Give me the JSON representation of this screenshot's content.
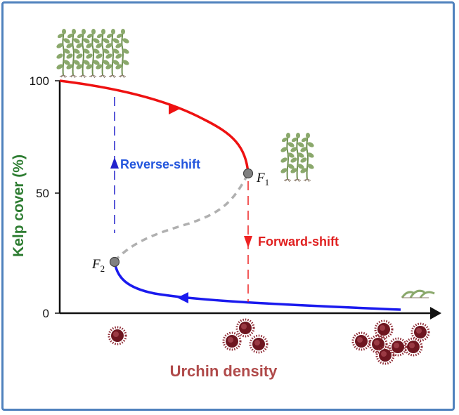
{
  "frame": {
    "border_color": "#4f81bd"
  },
  "axes": {
    "y_label": "Kelp cover (%)",
    "x_label": "Urchin density",
    "y_ticks": [
      "100",
      "50",
      "0"
    ],
    "y_label_color": "#2e7d32",
    "x_label_color": "#b04a4a"
  },
  "annotations": {
    "reverse_shift": "Reverse-shift",
    "forward_shift": "Forward-shift",
    "f1_letter": "F",
    "f1_sub": "1",
    "f2_letter": "F",
    "f2_sub": "2"
  },
  "colors": {
    "upper_branch": "#ee1111",
    "lower_branch": "#1a1aee",
    "unstable_branch": "#b0b0b0",
    "reverse_line": "#2222cc",
    "forward_line": "#ee2222",
    "kelp": "#8aa86b",
    "urchin": "#7a1e26"
  },
  "icons": {
    "kelp_high": "kelp-forest-dense-icon",
    "kelp_mid": "kelp-forest-medium-icon",
    "kelp_low": "kelp-sparse-icon",
    "urchin_low": "urchin-single-icon",
    "urchin_mid": "urchin-cluster-icon",
    "urchin_high": "urchin-large-cluster-icon"
  }
}
